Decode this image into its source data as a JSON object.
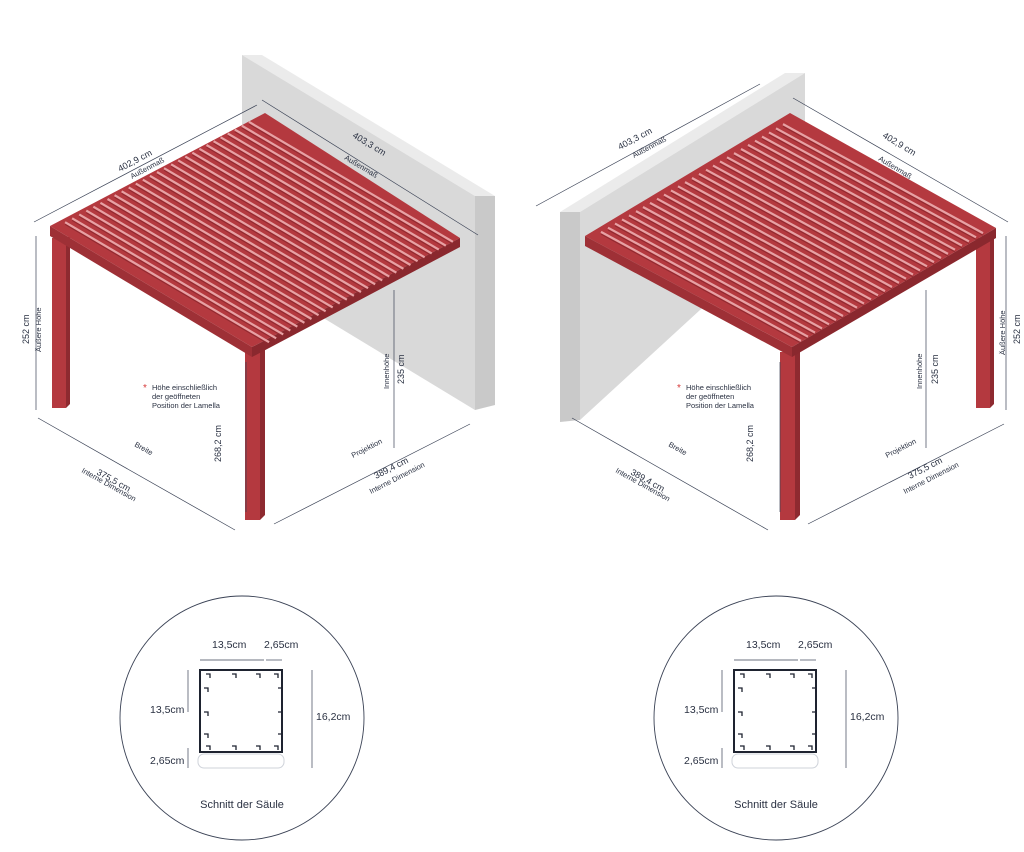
{
  "colors": {
    "frame": "#b4393f",
    "frame_dark": "#8e2a30",
    "frame_light": "#c9565b",
    "wall": "#dcdcdc",
    "wall_dark": "#c6c6c6",
    "line": "#3a4255",
    "accent_star": "#d63a3a"
  },
  "left": {
    "outer_width_value": "402,9 cm",
    "outer_width_label": "Außenmaß",
    "outer_depth_value": "403,3 cm",
    "outer_depth_label": "Außenmaß",
    "outer_height_value": "252 cm",
    "outer_height_label": "Äußere Höhe",
    "inner_height_value": "235 cm",
    "inner_height_label": "Innenhöhe",
    "clear_height_value": "268,2 cm",
    "width_label": "Breite",
    "width_value": "375,5 cm",
    "width_sublabel": "Interne Dimension",
    "projection_label": "Projektion",
    "projection_value": "389,4 cm",
    "projection_sublabel": "Interne Dimension",
    "note_line1": "Höhe einschließlich",
    "note_line2": "der geöffneten",
    "note_line3": "Position der Lamella",
    "note_mark": "*"
  },
  "right": {
    "outer_width_value": "403,3 cm",
    "outer_width_label": "Außenmaß",
    "outer_depth_value": "402,9 cm",
    "outer_depth_label": "Außenmaß",
    "outer_height_value": "252 cm",
    "outer_height_label": "Äußere Höhe",
    "inner_height_value": "235 cm",
    "inner_height_label": "Innenhöhe",
    "clear_height_value": "268,2 cm",
    "width_label": "Breite",
    "width_value": "389,4 cm",
    "width_sublabel": "Interne Dimension",
    "projection_label": "Projektion",
    "projection_value": "375,5 cm",
    "projection_sublabel": "Interne Dimension",
    "note_line1": "Höhe einschließlich",
    "note_line2": "der geöffneten",
    "note_line3": "Position der Lamella",
    "note_mark": "*"
  },
  "section": {
    "top_a": "13,5cm",
    "top_b": "2,65cm",
    "left_a": "13,5cm",
    "left_b": "2,65cm",
    "right": "16,2cm",
    "caption": "Schnitt der Säule"
  }
}
